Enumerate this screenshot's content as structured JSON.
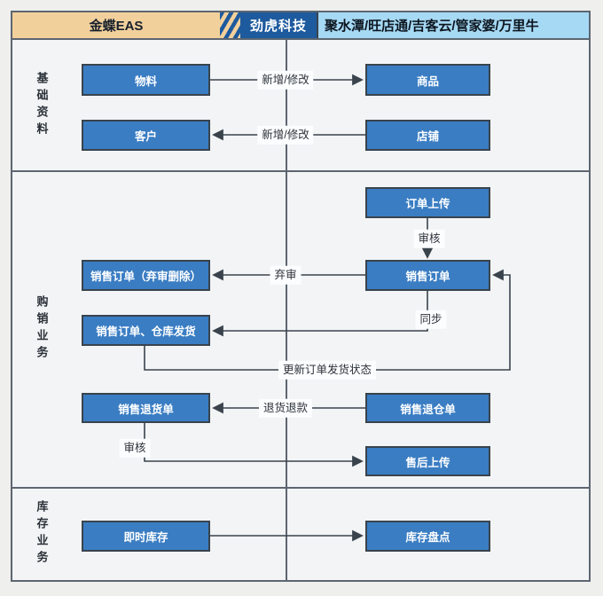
{
  "header": {
    "left_brand": "金蝶EAS",
    "center_brand": "劲虎科技",
    "right_platforms": "聚水潭/旺店通/吉客云/管家婆/万里牛"
  },
  "sections": [
    {
      "label": "基础资料"
    },
    {
      "label": "购销业务"
    },
    {
      "label": "库存业务"
    }
  ],
  "nodes": [
    {
      "label": "物料"
    },
    {
      "label": "商品"
    },
    {
      "label": "客户"
    },
    {
      "label": "店铺"
    },
    {
      "label": "订单上传"
    },
    {
      "label": "销售订单"
    },
    {
      "label": "销售订单（弃审删除）"
    },
    {
      "label": "销售订单、仓库发货"
    },
    {
      "label": "销售退货单"
    },
    {
      "label": "销售退仓单"
    },
    {
      "label": "售后上传"
    },
    {
      "label": "即时库存"
    },
    {
      "label": "库存盘点"
    }
  ],
  "edges": [
    {
      "label": "新增/修改"
    },
    {
      "label": "新增/修改"
    },
    {
      "label": "审核"
    },
    {
      "label": "弃审"
    },
    {
      "label": "同步"
    },
    {
      "label": "更新订单发货状态"
    },
    {
      "label": "退货退款"
    },
    {
      "label": "审核"
    }
  ],
  "colors": {
    "node_fill": "#3a7dc3",
    "node_border": "#39434d",
    "frame_border": "#5d6670",
    "header_tan": "#f2d09c",
    "header_dark_blue": "#1d5a9e",
    "header_light_blue": "#a6d9f4",
    "connector": "#3a434c",
    "canvas": "#f2f4f6"
  }
}
